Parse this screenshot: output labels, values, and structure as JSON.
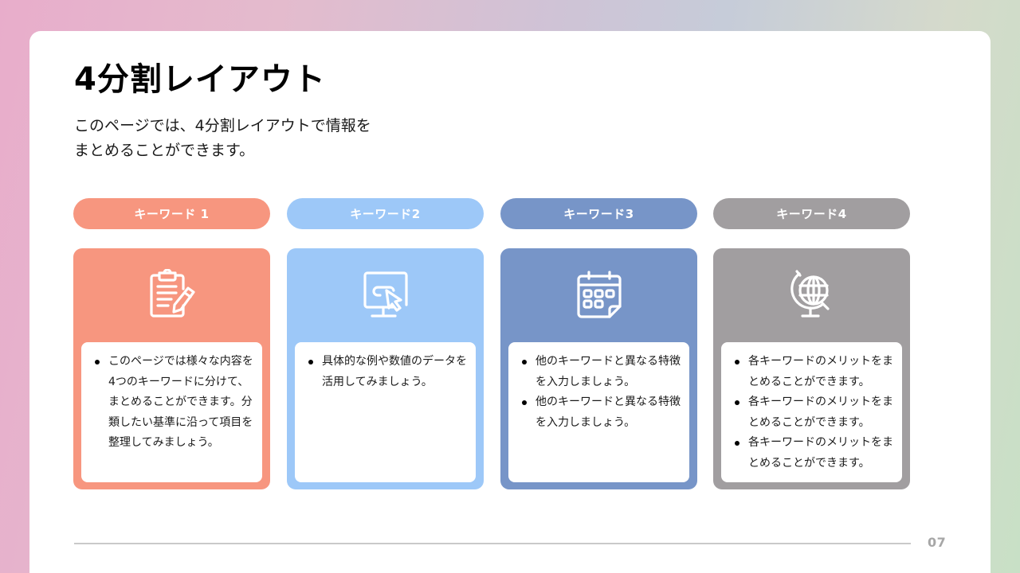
{
  "slide": {
    "title": "4分割レイアウト",
    "subtitle_lines": [
      "このページでは、4分割レイアウトで情報を",
      "まとめることができます。"
    ],
    "page_number": "07"
  },
  "colors": {
    "keyword1": "#F7967F",
    "keyword2": "#9DC8F8",
    "keyword3": "#7795C8",
    "keyword4": "#A19EA0",
    "rule": "#C9C9C9",
    "page_number": "#A7A7A7"
  },
  "columns": [
    {
      "label": "キーワード 1",
      "icon": "clipboard-edit-icon",
      "bullets": [
        "このページでは様々な内容を4つのキーワードに分けて、まとめることができます。分類したい基準に沿って項目を整理してみましょう。"
      ]
    },
    {
      "label": "キーワード2",
      "icon": "monitor-cursor-icon",
      "bullets": [
        "具体的な例や数値のデータを活用してみましょう。"
      ]
    },
    {
      "label": "キーワード3",
      "icon": "calendar-icon",
      "bullets": [
        "他のキーワードと異なる特徴を入力しましょう。",
        "他のキーワードと異なる特徴を入力しましょう。"
      ]
    },
    {
      "label": "キーワード4",
      "icon": "globe-icon",
      "bullets": [
        "各キーワードのメリットをまとめることができます。",
        "各キーワードのメリットをまとめることができます。",
        "各キーワードのメリットをまとめることができます。"
      ]
    }
  ]
}
